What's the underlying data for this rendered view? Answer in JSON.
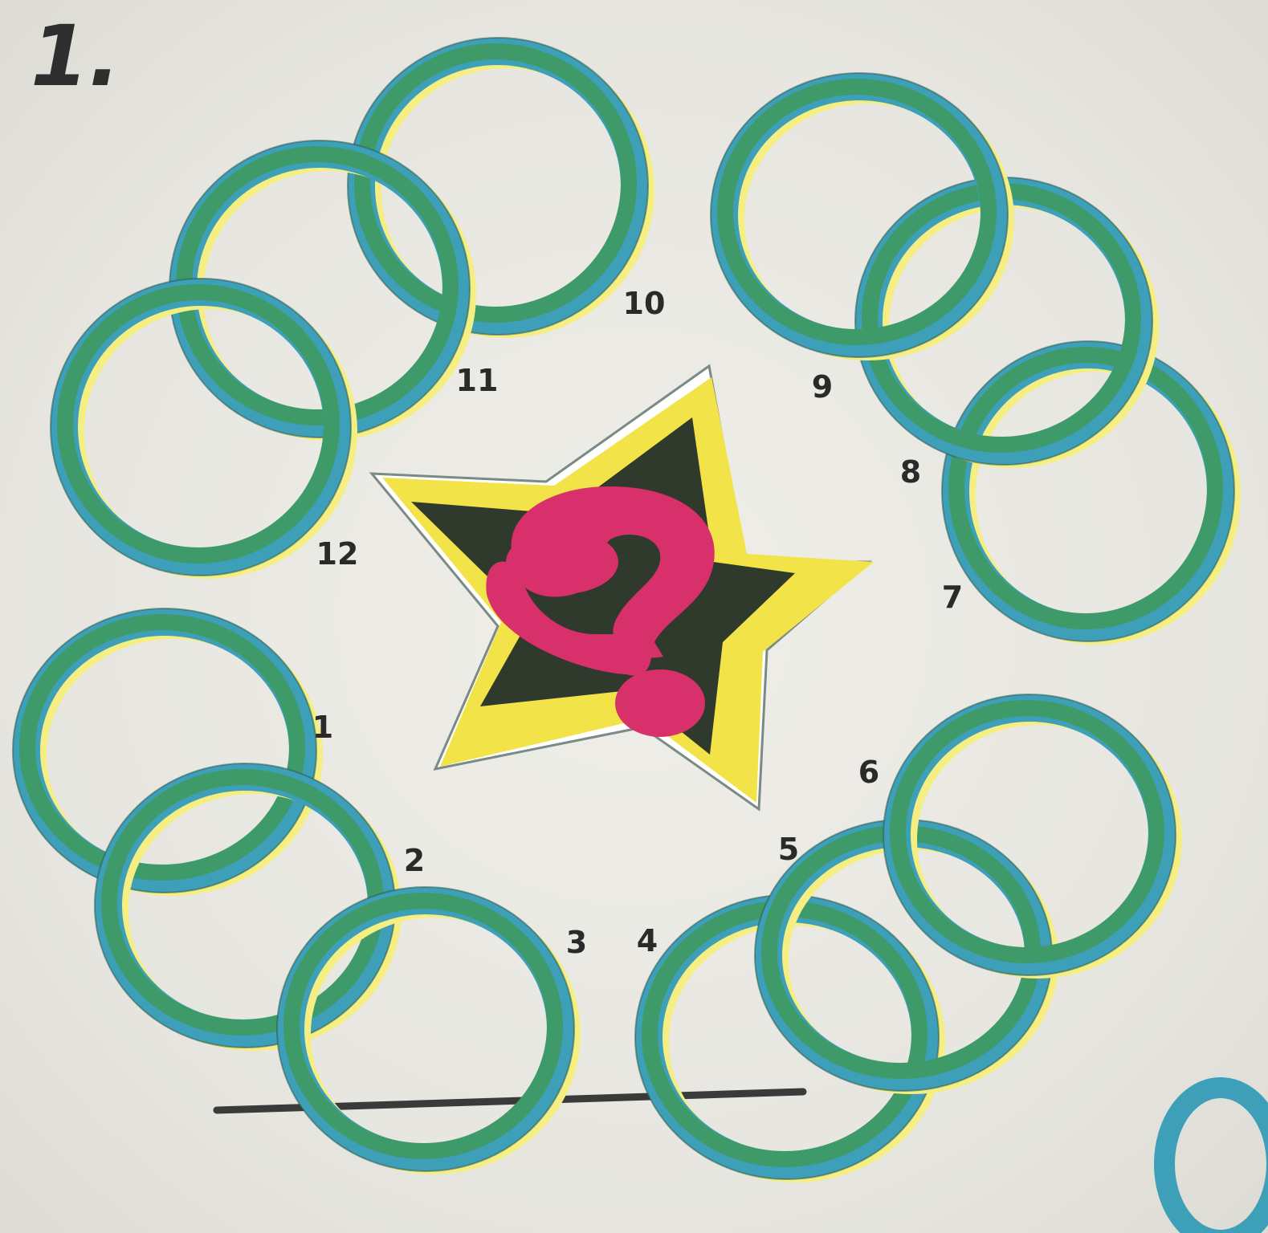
{
  "puzzle": {
    "number": "1.",
    "center_symbol": "?",
    "ring_labels": [
      "1",
      "2",
      "3",
      "4",
      "5",
      "6",
      "7",
      "8",
      "9",
      "10",
      "11",
      "12"
    ]
  },
  "colors": {
    "ring_green": "#3f9a6a",
    "ring_blue": "#3d9fb8",
    "ring_shadow_yellow": "#f5ee82",
    "star_yellow": "#f2e448",
    "star_inner_dark": "#2f3a2c",
    "question_mark": "#d8306a",
    "background": "#e9e8e2"
  },
  "icons": [
    "star-icon",
    "question-mark-icon",
    "ring-icon"
  ]
}
